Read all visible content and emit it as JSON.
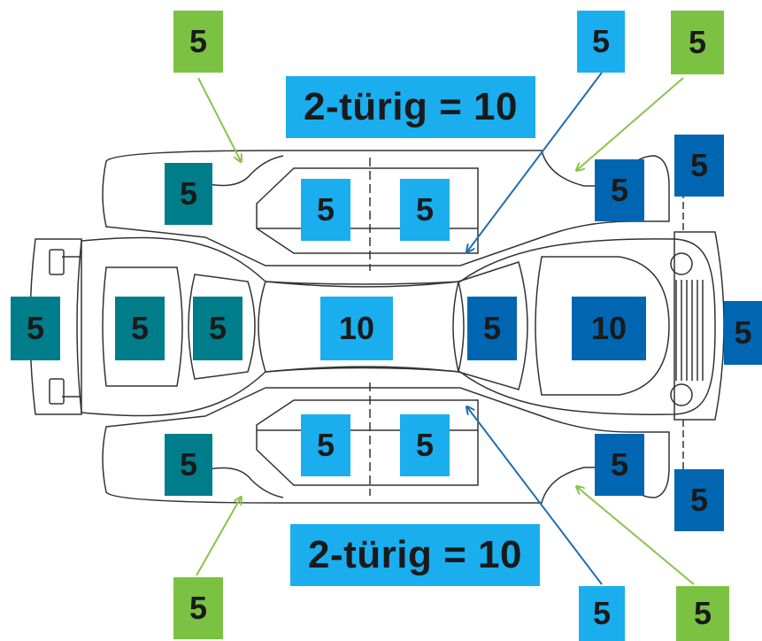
{
  "colors": {
    "teal": "#007d8a",
    "navy": "#0066b2",
    "light_blue": "#1aaeee",
    "green": "#7cc242",
    "outline": "#333333",
    "arrow_green": "#8bc34a",
    "arrow_blue": "#1e6fb0"
  },
  "banners": {
    "top": "2-türig = 10",
    "bottom": "2-türig = 10"
  },
  "labels": {
    "green_top_left": "5",
    "green_top_right": "5",
    "green_bottom_left": "5",
    "green_bottom_right": "5",
    "light_top_arrow": "5",
    "light_bottom_arrow": "5",
    "navy_top_right": "5",
    "navy_bottom_right": "5",
    "teal_rear_fender_top": "5",
    "teal_rear_fender_bottom": "5",
    "teal_rear_bumper": "5",
    "teal_trunk": "5",
    "teal_rear_window": "5",
    "light_door_top_rear": "5",
    "light_door_top_front": "5",
    "light_door_bottom_rear": "5",
    "light_door_bottom_front": "5",
    "light_roof": "10",
    "navy_windshield": "5",
    "navy_hood": "10",
    "navy_front_bumper": "5",
    "navy_front_fender_top": "5",
    "navy_front_fender_bottom": "5"
  }
}
